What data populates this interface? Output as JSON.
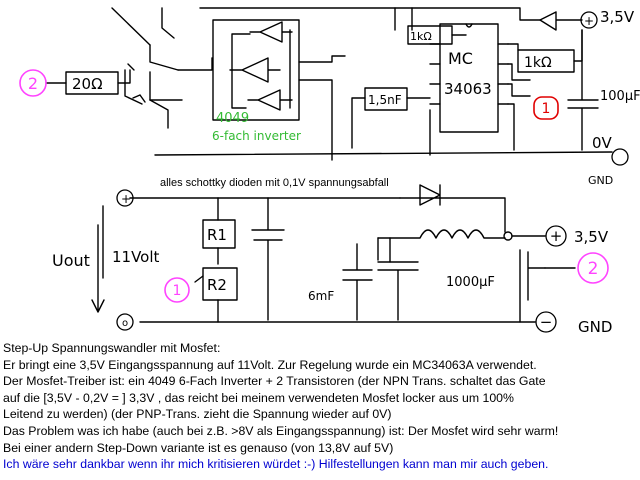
{
  "diagram": {
    "labels": {
      "v35_top": "3,5V",
      "r_1k2": "1kΩ",
      "ic_mc": "MC",
      "ic_num": "34063",
      "r_1k_right": "1kΩ",
      "c_15n": "1,5nF",
      "cap_100u": "100µF",
      "ov": "0V",
      "gnd_top": "GND",
      "r_20": "20Ω",
      "chip_num": "4049",
      "chip_desc": "6-fach inverter",
      "marker_2": "2",
      "marker_1": "1",
      "schottky_note": "alles schottky dioden mit 0,1V spannungsabfall",
      "plus": "+",
      "minus": "−",
      "r1": "R1",
      "r2": "R2",
      "uout": "Uout",
      "v11": "11Volt",
      "c_6mf": "6mF",
      "cap_1000u": "1000µF",
      "v35_bottom": "3,5V",
      "gnd_bottom": "GND",
      "circle": "o"
    },
    "colors": {
      "ink": "#000000",
      "marker_pink": "#ff44ff",
      "marker_red": "#e00000",
      "chip_green": "#33bb33",
      "note_blue": "#0000d0"
    }
  },
  "description": {
    "lines": [
      "Step-Up Spannungswandler mit Mosfet:",
      "Er bringt eine 3,5V Eingangsspannung auf 11Volt. Zur Regelung wurde ein MC34063A verwendet.",
      "Der Mosfet-Treiber ist: ein 4049 6-Fach Inverter + 2 Transistoren (der NPN Trans. schaltet das Gate",
      " auf  die [3,5V - 0,2V = ] 3,3V  , das reicht bei meinem verwendeten Mosfet locker aus um 100%",
      "Leitend  zu werden) (der PNP-Trans. zieht die Spannung wieder auf 0V)",
      "Das Problem was ich habe (auch bei z.B. >8V als Eingangsspannung) ist: Der Mosfet wird sehr warm!",
      "Bei einer andern Step-Down variante ist es genauso (von 13,8V auf 5V)"
    ],
    "blue_line": "Ich wäre sehr dankbar wenn ihr mich kritisieren würdet :-)    Hilfestellungen kann man mir auch geben."
  }
}
